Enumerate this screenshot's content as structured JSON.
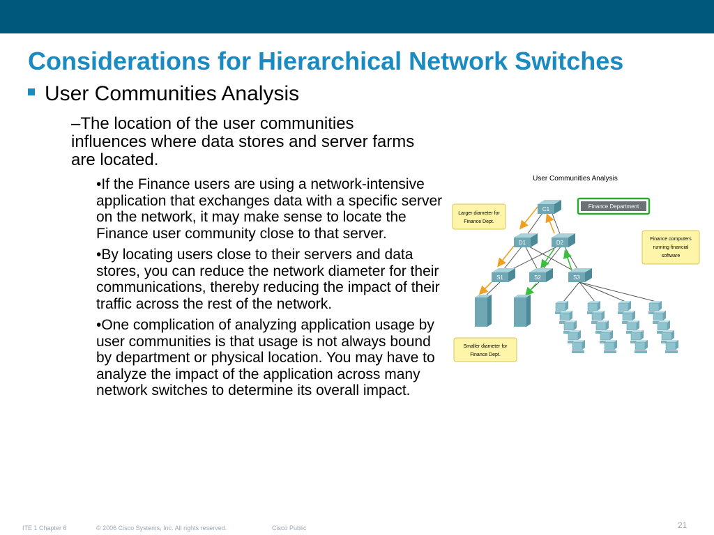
{
  "slide": {
    "title": "Considerations for Hierarchical Network Switches",
    "bullet1": "User Communities Analysis",
    "sub1": "–The location of the user communities influences where data stores and server farms are located.",
    "points": [
      "•If the Finance users are using a network-intensive application that exchanges data with a specific server on the network, it may make sense to locate the Finance user community close to that server.",
      "•By locating users close to their servers and data stores, you can reduce the network diameter for their communications, thereby reducing the impact of their traffic across the rest of the network.",
      "•One complication of analyzing application usage by user communities is that usage is not always bound by department or physical location. You may have to analyze the impact of the application across many network switches to determine its overall impact."
    ]
  },
  "diagram": {
    "title": "User Communities Analysis",
    "callout_larger": [
      "Larger diameter for",
      "Finance Dept."
    ],
    "callout_finance_dept": "Finance Department",
    "callout_finance_computers": [
      "Finance computers",
      "running financial",
      "software"
    ],
    "callout_smaller": [
      "Smaller diameter for",
      "Finance Dept."
    ],
    "switches": {
      "c1": "C1",
      "d1": "D1",
      "d2": "D2",
      "s1": "S1",
      "s2": "S2",
      "s3": "S3"
    },
    "colors": {
      "switch": "#6fa8b4",
      "callout_fill": "#fff5a8",
      "callout_stroke": "#d9c45a",
      "finance_green": "#2fa82f",
      "arrow_orange": "#f0a020",
      "arrow_green": "#3cbf3c"
    }
  },
  "footer": {
    "course": "ITE 1 Chapter 6",
    "copyright": "© 2006 Cisco Systems, Inc. All rights reserved.",
    "classification": "Cisco Public",
    "page": "21"
  }
}
